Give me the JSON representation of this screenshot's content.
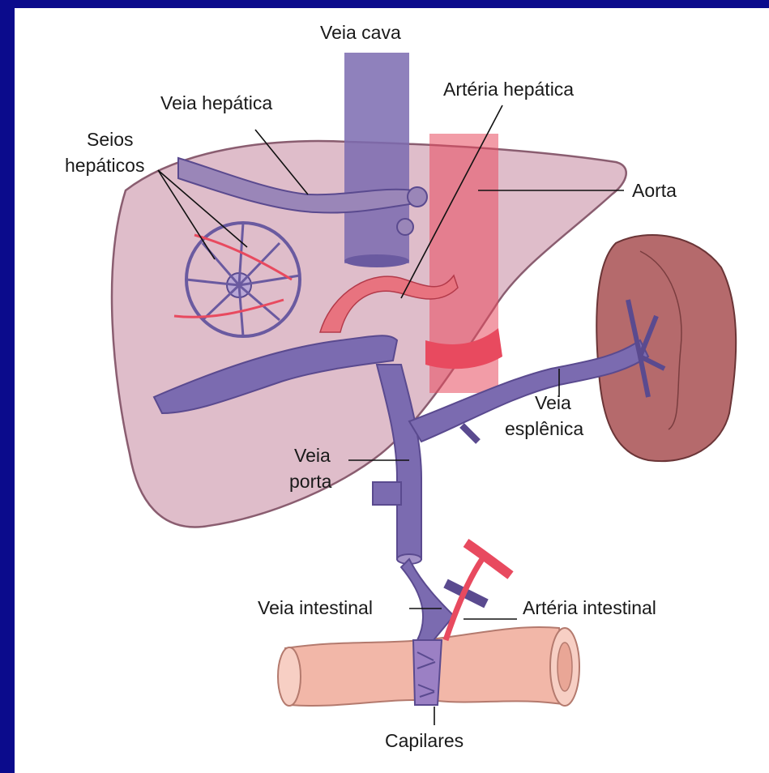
{
  "labels": {
    "veia_cava": "Veia cava",
    "arteria_hepatica": "Artéria hepática",
    "veia_hepatica": "Veia hepática",
    "seios_line1": "Seios",
    "seios_line2": "hepáticos",
    "aorta": "Aorta",
    "veia_esplenica_line1": "Veia",
    "veia_esplenica_line2": "esplênica",
    "veia_porta_line1": "Veia",
    "veia_porta_line2": "porta",
    "veia_intestinal": "Veia intestinal",
    "arteria_intestinal": "Artéria intestinal",
    "capilares": "Capilares"
  },
  "colors": {
    "background": "#0b0b8c",
    "liver": "#dcb6c4",
    "liver_outline": "#8a5d70",
    "vein": "#7b6bb0",
    "vein_dark": "#5a4a8f",
    "artery": "#e84a5f",
    "spleen": "#b56a6c",
    "intestine": "#f2b7a8"
  }
}
